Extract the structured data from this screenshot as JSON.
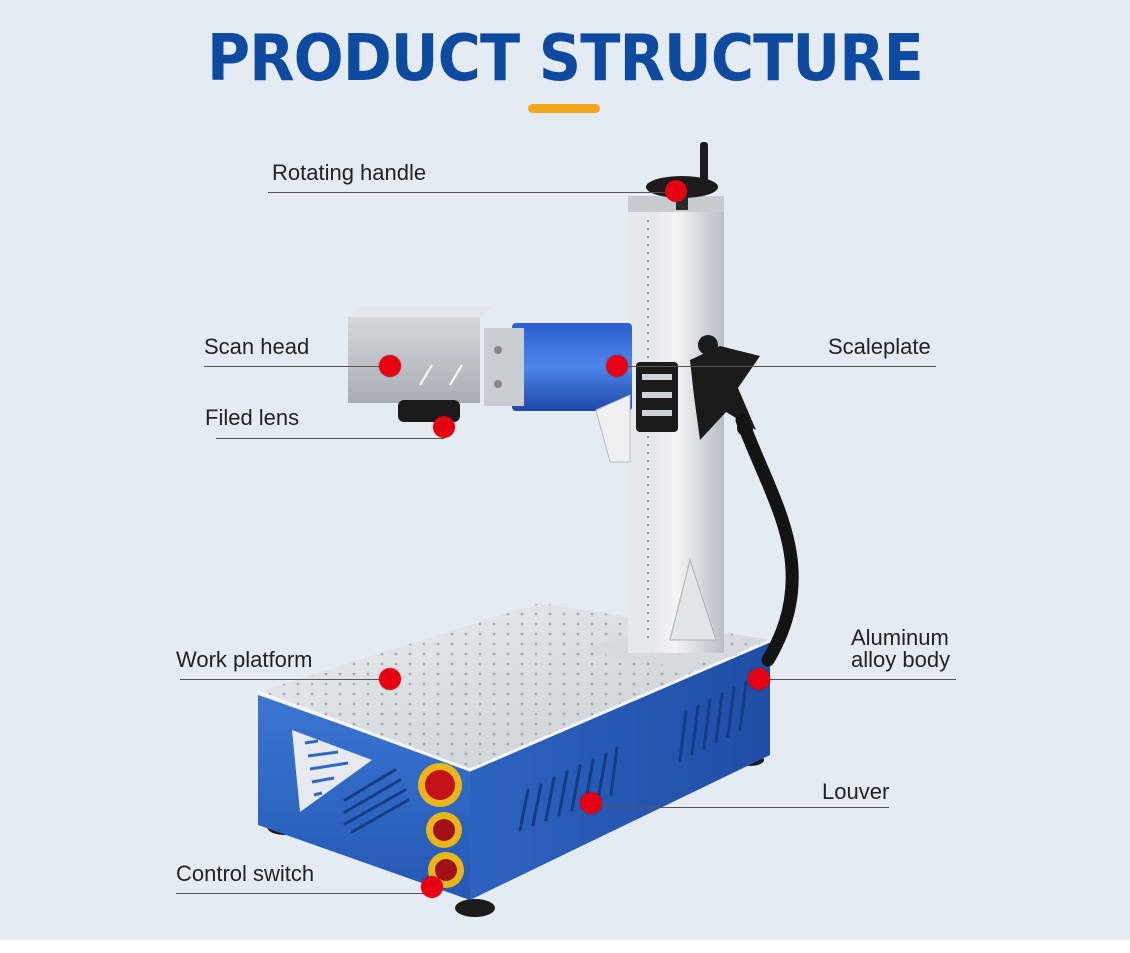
{
  "header": {
    "title": "PRODUCT STRUCTURE"
  },
  "callouts": {
    "rotating_handle": "Rotating handle",
    "scan_head": "Scan head",
    "filed_lens": "Filed lens",
    "scaleplate": "Scaleplate",
    "work_platform": "Work platform",
    "aluminum_line1": "Aluminum",
    "aluminum_line2": "alloy body",
    "louver": "Louver",
    "control_switch": "Control switch"
  },
  "colors": {
    "title": "#0d4aa0",
    "accent_bar": "#f3a51c",
    "marker": "#e60012",
    "body_blue": "#2e6ac4"
  }
}
